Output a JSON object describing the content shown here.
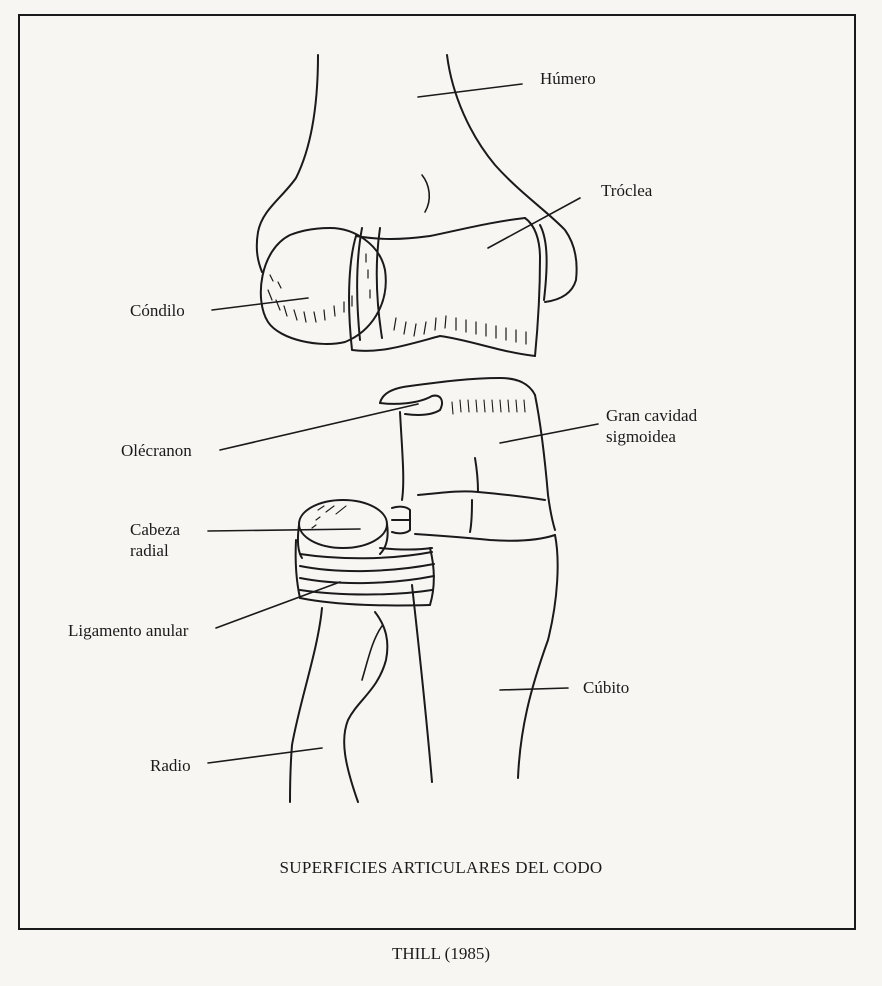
{
  "labels": {
    "humero": "Húmero",
    "troclea": "Tróclea",
    "condilo": "Cóndilo",
    "gran_cavidad_line1": "Gran cavidad",
    "gran_cavidad_line2": "sigmoidea",
    "olecranon": "Olécranon",
    "cabeza_radial_line1": "Cabeza",
    "cabeza_radial_line2": "radial",
    "ligamento_anular": "Ligamento anular",
    "cubito": "Cúbito",
    "radio": "Radio"
  },
  "caption": "SUPERFICIES ARTICULARES DEL CODO",
  "credit": "THILL (1985)"
}
